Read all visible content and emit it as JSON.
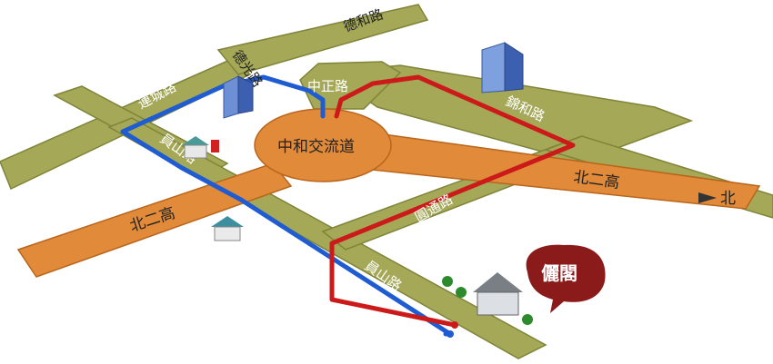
{
  "colors": {
    "road": "#a4a857",
    "road_edge": "#7f8438",
    "highway": "#e08a3a",
    "highway_edge": "#b9651c",
    "route_blue": "#1f5bd1",
    "route_red": "#cc1a1a",
    "brand": "#8b1a1a"
  },
  "roads": {
    "top_right": "德和路",
    "top_left_diag": "德光路",
    "upper_left": "連城路",
    "center_north": "中正路",
    "right_diag": "錦和路",
    "west_lower": "員山路",
    "south_diag": "圓通路",
    "southwest": "員山路"
  },
  "highway": {
    "center": "中和交流道",
    "west": "北二高",
    "east": "北二高",
    "north_arrow": "北"
  },
  "brand": {
    "name": "儷閣"
  }
}
